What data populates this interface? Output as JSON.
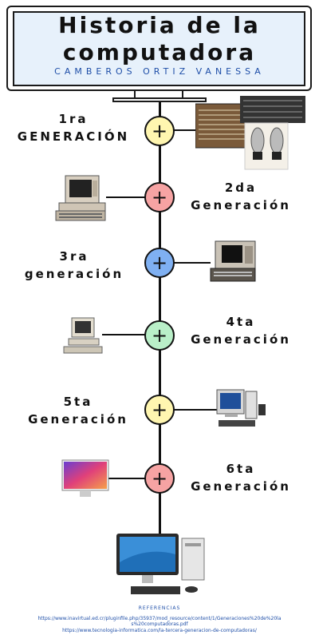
{
  "header": {
    "title_line1": "Historia de la",
    "title_line2": "computadora",
    "author": "CAMBEROS ORTIZ VANESSA"
  },
  "generations": [
    {
      "line1": "1ra",
      "line2": "GENERACIÓN",
      "plus": "+",
      "color": "#fff6b0"
    },
    {
      "line1": "2da",
      "line2": "Generación",
      "plus": "+",
      "color": "#f6a3a3"
    },
    {
      "line1": "3ra",
      "line2": "generación",
      "plus": "+",
      "color": "#7fb0f2"
    },
    {
      "line1": "4ta",
      "line2": "Generación",
      "plus": "+",
      "color": "#b9efc8"
    },
    {
      "line1": "5ta",
      "line2": "Generación",
      "plus": "+",
      "color": "#fff6b0"
    },
    {
      "line1": "6ta",
      "line2": "Generación",
      "plus": "+",
      "color": "#f6a3a3"
    }
  ],
  "icons": {
    "header": "monitor-icon",
    "gen1": "vacuum-tube-computer-icon",
    "gen2": "retro-computer-icon",
    "gen3": "portable-computer-icon",
    "gen4": "desktop-pc-icon",
    "gen5": "crt-desktop-icon",
    "gen6": "imac-icon",
    "bottom": "modern-desktop-icon"
  },
  "references": {
    "title": "REFERENCIAS",
    "link1": "https://www.inavirtual.ed.cr/pluginfile.php/35937/mod_resource/content/1/Generaciones%20de%20la",
    "link1b": "s%20computadoras.pdf",
    "link2": "https://www.tecnologia-informatica.com/la-tercera-generacion-de-computadoras/"
  }
}
